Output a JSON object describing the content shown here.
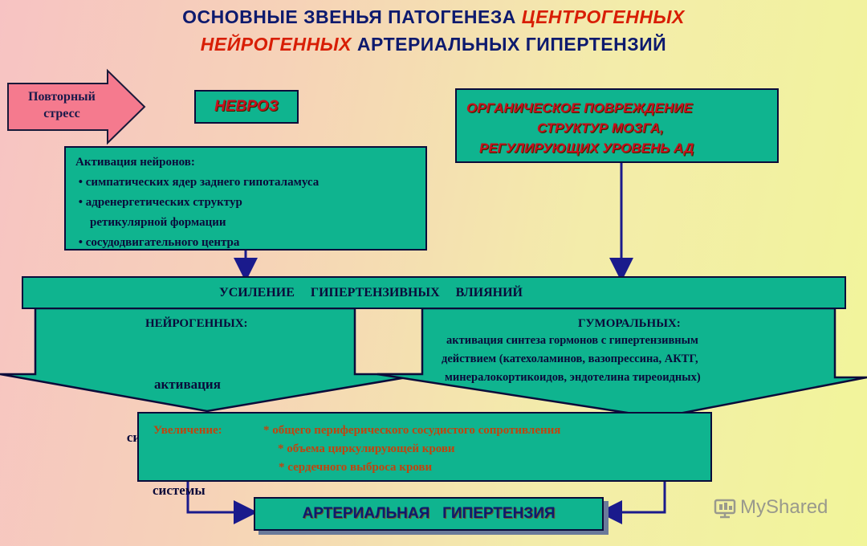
{
  "title": {
    "line1_part1": "ОСНОВНЫЕ ЗВЕНЬЯ ПАТОГЕНЕЗА ",
    "line1_part2": "ЦЕНТРОГЕННЫХ",
    "line2_part1": "НЕЙРОГЕННЫХ",
    "line2_part2": " АРТЕРИАЛЬНЫХ ГИПЕРТЕНЗИЙ"
  },
  "stress_arrow": {
    "line1": "Повторный",
    "line2": "стресс"
  },
  "neurosis": "НЕВРОЗ",
  "organic": {
    "line1": "ОРГАНИЧЕСКОЕ  ПОВРЕЖДЕНИЕ",
    "line2": "СТРУКТУР  МОЗГА,",
    "line3": "РЕГУЛИРУЮЩИХ  УРОВЕНЬ  АД"
  },
  "activation": {
    "heading": "Активация   нейронов:",
    "item1": "симпатических ядер заднего гипоталамуса",
    "item2a": "адренергетических структур",
    "item2b": "ретикулярной формации",
    "item3": "сосудодвигательного центра"
  },
  "enhancement": "УСИЛЕНИЕ     ГИПЕРТЕНЗИВНЫХ     ВЛИЯНИЙ",
  "neurogenic": {
    "heading": "НЕЙРОГЕННЫХ:",
    "line1": "активация",
    "line2": "симпатической  нервной",
    "line3": "системы"
  },
  "humoral": {
    "heading": "ГУМОРАЛЬНЫХ:",
    "line1": "активация синтеза гормонов с гипертензивным",
    "line2": "действием (катехоламинов, вазопрессина, АКТГ,",
    "line3": "минералокортикоидов, эндотелина тиреоидных)"
  },
  "increase": {
    "label": "Увеличение:",
    "item1": "* общего периферического сосудистого сопротивления",
    "item2": "* объема циркулирующей крови",
    "item3": "* сердечного выброса крови"
  },
  "result": "АРТЕРИАЛЬНАЯ   ГИПЕРТЕНЗИЯ",
  "watermark": "MyShared",
  "colors": {
    "box_fill": "#0fb48f",
    "title_navy": "#0d1a6e",
    "title_red": "#d81e05",
    "arrow_fill": "#f57a8e",
    "increase_text": "#c1440e",
    "connector": "#1a1a8c"
  }
}
